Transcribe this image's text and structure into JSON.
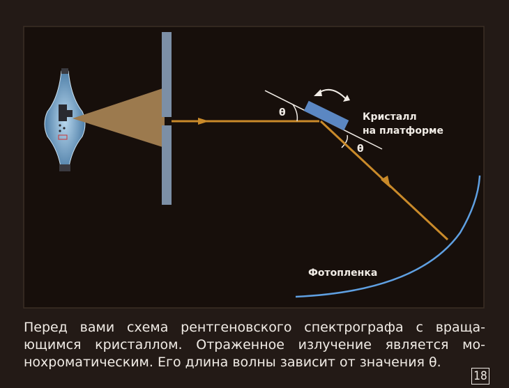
{
  "diagram": {
    "labels": {
      "crystal_line1": "Кристалл",
      "crystal_line2": "на платформе",
      "film": "Фотопленка",
      "theta_upper": "θ",
      "theta_lower": "θ"
    },
    "colors": {
      "background": "#231a16",
      "panel": "#170f0b",
      "panel_border": "#3b2e25",
      "beam": "#c98a2a",
      "beam_cone": "#9c7a4e",
      "slit_plate": "#7c8fa6",
      "crystal": "#5b87c2",
      "film": "#5fa0e2",
      "lamp": "#87b5d8",
      "text": "#f1ece6"
    },
    "icons": [
      "x-ray-tube-icon",
      "rotation-arrow-icon"
    ]
  },
  "caption": {
    "text": "Перед вами схема рентгеновского спектрографа с враща-ющимся кристаллом. Отраженное излучение является мо-нохроматическим. Его длина волны зависит от значения θ."
  },
  "frame_number": "18"
}
